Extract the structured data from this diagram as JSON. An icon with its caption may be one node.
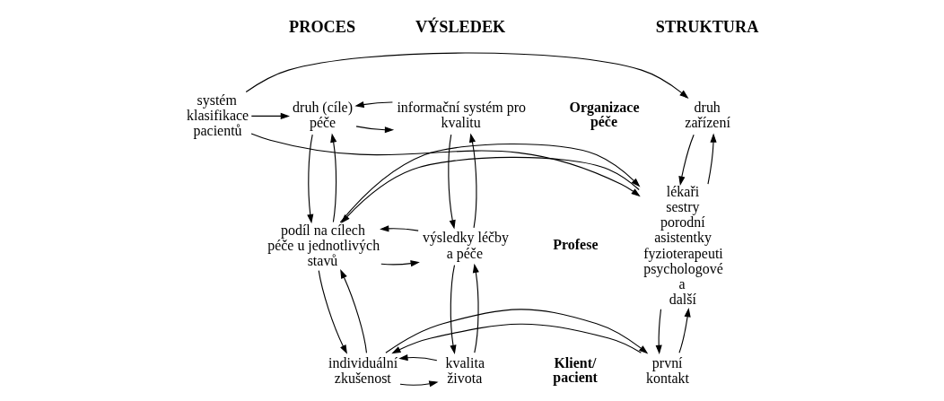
{
  "diagram": {
    "nodes": [
      {
        "text": [
          "druh zařízení"
        ]
      },
      {
        "text": [
          "systém klasifikace pacientů"
        ]
      },
      {
        "text": [
          "druh (cíle) péče"
        ]
      },
      {
        "text": [
          "informační systém pro kvalitu"
        ]
      },
      {
        "text": [
          "lékaři sestry porodní asistentky fyzioterapeuti psychologové a další"
        ]
      },
      {
        "text": [
          "podíl na cílech péče u jednotlivých stavů"
        ]
      },
      {
        "text": [
          "výsledky léčby a péče"
        ]
      },
      {
        "text": [
          "první kontakt"
        ]
      },
      {
        "text": [
          "individuální zkušenost"
        ]
      },
      {
        "text": [
          "kvalita života"
        ]
      }
    ],
    "edges": [
      {
        "from": 0,
        "to": 4,
        "arrow": "to"
      },
      {
        "from": 4,
        "to": 0,
        "arrow": "to"
      },
      {
        "from": 1,
        "to": 0,
        "arrow": "to"
      },
      {
        "from": 1,
        "to": 4,
        "arrow": "to"
      },
      {
        "from": 1,
        "to": 2,
        "arrow": "to"
      },
      {
        "from": 2,
        "to": 3,
        "arrow": "to"
      },
      {
        "from": 3,
        "to": 2,
        "arrow": "to"
      },
      {
        "from": 2,
        "to": 5,
        "arrow": "to"
      },
      {
        "from": 5,
        "to": 2,
        "arrow": "to"
      },
      {
        "from": 3,
        "to": 6,
        "arrow": "to"
      },
      {
        "from": 6,
        "to": 3,
        "arrow": "to"
      },
      {
        "from": 4,
        "to": 5,
        "arrow": "to"
      },
      {
        "from": 5,
        "to": 4,
        "arrow": "to"
      },
      {
        "from": 5,
        "to": 6,
        "arrow": "to"
      },
      {
        "from": 6,
        "to": 5,
        "arrow": "to"
      },
      {
        "from": 4,
        "to": 7,
        "arrow": "to"
      },
      {
        "from": 7,
        "to": 4,
        "arrow": "to"
      },
      {
        "from": 5,
        "to": 8,
        "arrow": "to"
      },
      {
        "from": 8,
        "to": 5,
        "arrow": "to"
      },
      {
        "from": 6,
        "to": 9,
        "arrow": "to"
      },
      {
        "from": 9,
        "to": 6,
        "arrow": "to"
      },
      {
        "from": 7,
        "to": 8,
        "arrow": "to"
      },
      {
        "from": 8,
        "to": 7,
        "arrow": "to"
      },
      {
        "from": 8,
        "to": 9,
        "arrow": "to"
      },
      {
        "from": 9,
        "to": 8,
        "arrow": "to"
      }
    ],
    "labels": [
      "STRUKTURA",
      "PROCES",
      "VÝSLEDEK",
      "Organizace péče",
      "Profese",
      "Klient/ pacient"
    ]
  }
}
